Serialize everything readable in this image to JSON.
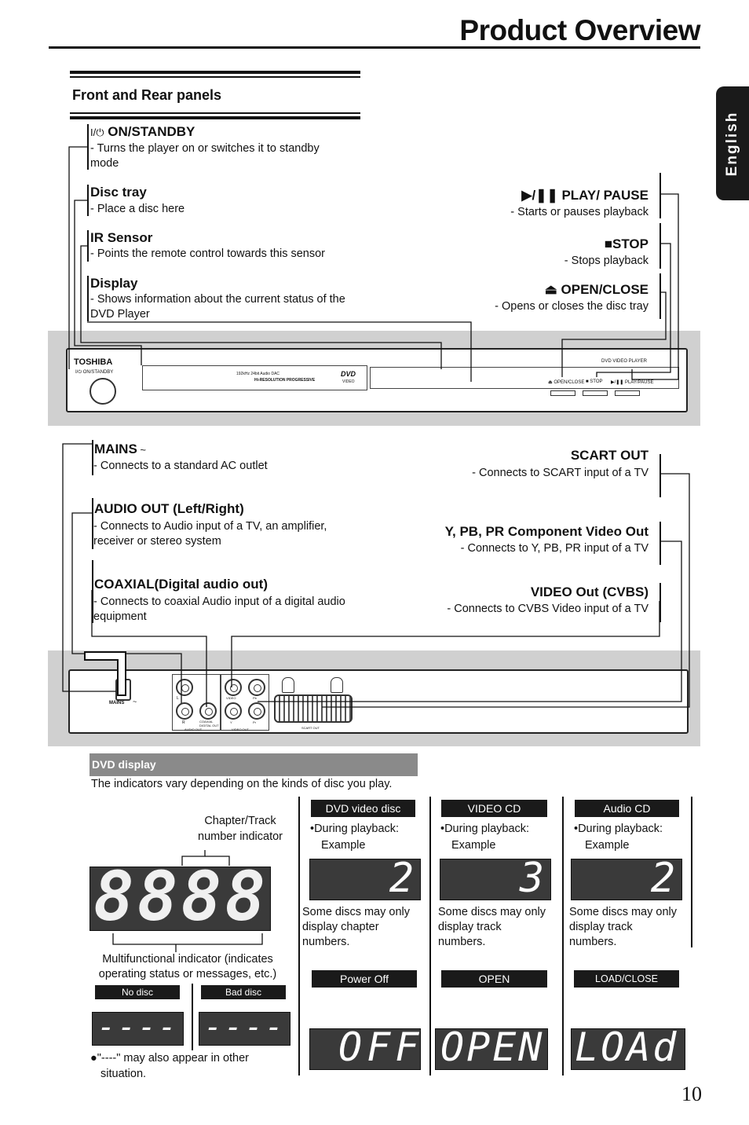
{
  "header": {
    "title": "Product Overview",
    "language_tab": "English",
    "page_number": "10"
  },
  "front_rear": {
    "section_title": "Front and Rear panels"
  },
  "front_left": [
    {
      "symbol": "I/⏻",
      "label": "ON/STANDBY",
      "desc_line1": "- Turns the player on or switches it to standby",
      "desc_line2": "mode"
    },
    {
      "label": "Disc tray",
      "desc_line1": "- Place a disc here"
    },
    {
      "label": "IR Sensor",
      "desc_line1": "- Points the remote control towards this sensor"
    },
    {
      "label": "Display",
      "desc_line1": "- Shows information about the current status of the",
      "desc_line2": "DVD Player"
    }
  ],
  "front_right": [
    {
      "symbol": "▶/❚❚",
      "label": "PLAY/ PAUSE",
      "desc": "- Starts or pauses playback"
    },
    {
      "symbol": "■",
      "label": "STOP",
      "desc": "- Stops playback"
    },
    {
      "symbol": "⏏",
      "label": "OPEN/CLOSE",
      "desc": "- Opens or closes the disc tray"
    }
  ],
  "front_panel": {
    "brand": "TOSHIBA",
    "standby_text": "I/⏻ ON/STANDBY",
    "dac_text": "192kHz 24bit Audio DAC",
    "hires_text": "Hi-RESOLUTION PROGRESSIVE",
    "logo_text": "DVD",
    "logo_sub": "VIDEO",
    "model_text": "DVD VIDEO PLAYER",
    "btn_open": "⏏ OPEN/CLOSE",
    "btn_stop": "■ STOP",
    "btn_play": "▶/❚❚ PLAY/PAUSE"
  },
  "rear_left": [
    {
      "label": "MAINS",
      "suffix": " ~",
      "desc_line1": "- Connects to a standard AC outlet"
    },
    {
      "label": "AUDIO OUT (Left/Right)",
      "desc_line1": "- Connects to Audio input of a TV, an amplifier,",
      "desc_line2": "receiver or stereo system"
    },
    {
      "label": "COAXIAL(Digital audio out)",
      "desc_line1": "- Connects to coaxial Audio input of a digital audio",
      "desc_line2": "equipment"
    }
  ],
  "rear_right": [
    {
      "label": "SCART OUT",
      "desc": "- Connects to SCART input of a TV"
    },
    {
      "label": "Y, PB, PR Component Video Out",
      "desc": "- Connects to Y, PB, PR input of a TV"
    },
    {
      "label": "VIDEO Out (CVBS)",
      "desc": "- Connects to CVBS  Video input  of a TV"
    }
  ],
  "rear_panel": {
    "mains": "MAINS",
    "mains_symbol": "~",
    "l": "L",
    "r": "R",
    "coaxial": "COAXIAL",
    "digital": "DIGITAL OUT",
    "audio_out": "AUDIO OUT",
    "video": "VIDEO",
    "pb": "Pb",
    "pr": "Pr",
    "y": "Y",
    "video_out": "VIDEO OUT",
    "scart_out": "SCART OUT"
  },
  "dvd_display": {
    "section_title": "DVD display",
    "intro": "The indicators vary depending on the kinds of disc you play.",
    "chapter_label_line1": "Chapter/Track",
    "chapter_label_line2": "number indicator",
    "main_digits": "8888",
    "multi_label_line1": "Multifunctional indicator (indicates",
    "multi_label_line2": "operating status or messages, etc.)",
    "no_disc": "No disc",
    "bad_disc": "Bad disc",
    "dash_display": "----",
    "note_line1": "●\"----\" may also appear in other",
    "note_line2": "situation.",
    "columns": [
      {
        "tag": "DVD video disc",
        "play_line1": "•During playback:",
        "play_line2": "Example",
        "digit": "2",
        "note_line1": "Some discs may only",
        "note_line2": "display chapter",
        "note_line3": "numbers.",
        "state_tag": "Power Off",
        "state_text": "OFF"
      },
      {
        "tag": "VIDEO CD",
        "play_line1": "•During playback:",
        "play_line2": "Example",
        "digit": "3",
        "note_line1": "Some discs may only",
        "note_line2": "display track",
        "note_line3": "numbers.",
        "state_tag": "OPEN",
        "state_text": "OPEN"
      },
      {
        "tag": "Audio CD",
        "play_line1": "•During playback:",
        "play_line2": "Example",
        "digit": "2",
        "note_line1": "Some discs may only",
        "note_line2": "display track",
        "note_line3": "numbers.",
        "state_tag": "LOAD/CLOSE",
        "state_text": "LOAd"
      }
    ]
  }
}
